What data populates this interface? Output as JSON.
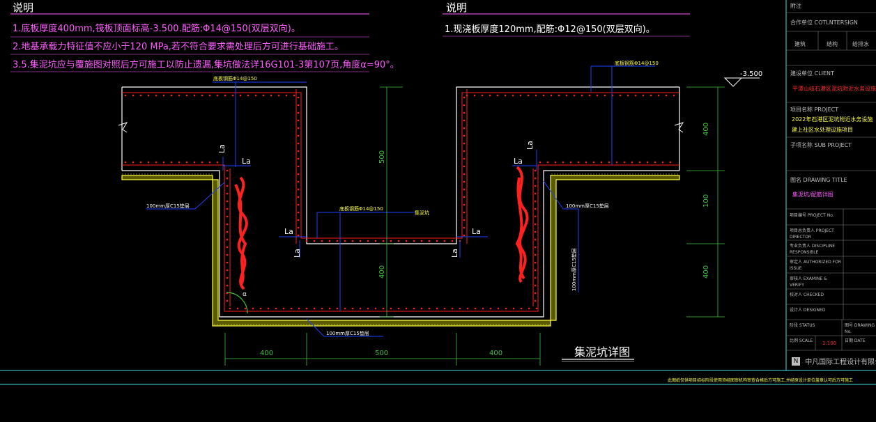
{
  "notes_left": {
    "title": "说明",
    "lines": [
      "1.底板厚度400mm,筏板顶面标高-3.500.配筋:Φ14@150(双层双向)。",
      "2.地基承载力特征值不应小于120 MPa,若不符合要求需处理后方可进行基础施工。",
      "3.5.集泥坑应与覆施图对照后方可施工以防止遗漏,集坑做法详16G101-3第107页,角度α=90°。"
    ]
  },
  "notes_right": {
    "title": "说明",
    "lines": [
      "1.现浇板厚度120mm,配筋:Φ12@150(双层双向)。"
    ]
  },
  "drawing": {
    "title": "集泥坑详图",
    "elevation": "-3.500",
    "labels": {
      "la": "La",
      "rebar_top_left": "底板钢筋Φ14@150",
      "rebar_top_right": "底板钢筋Φ14@150",
      "rebar_bottom": "底板钢筋Φ14@150",
      "sump_label": "集泥坑",
      "cushion_left": "100mm厚C15垫层",
      "cushion_right": "100mm厚C15垫层",
      "cushion_vertical": "100mm厚C15垫层",
      "cushion_bottom": "100mm厚C15垫层",
      "angle": "α"
    },
    "dims_vertical_center": [
      "500",
      "400"
    ],
    "dims_vertical_right": [
      "400",
      "100",
      "400"
    ],
    "dims_horizontal": [
      "400",
      "500",
      "400"
    ]
  },
  "title_block": {
    "remark": "附注",
    "design_company": "合作单位 COTLNTERSIGN",
    "cosign_cols": [
      "建筑",
      "结构",
      "给排水"
    ],
    "client_label": "建设单位 CLIENT",
    "client_value": "平潭山岐石港区泥坑附近水务设施",
    "project_label": "项目名称 PROJECT",
    "project_value_1": "2022年石港区泥坑附近水务设施",
    "project_value_2": "建上社区水处理设施项目",
    "sub_project_label": "子项名称 SUB PROJECT",
    "drawing_title_label": "图名 DRAWING TITLE",
    "drawing_title_value": "集泥坑/配筋详图",
    "rows": [
      "项目编号 PROJECT No.",
      "项目总负责人 PROJECT DIRECTOR",
      "专业负责人 DISCIPLINE RESPONSIBLE",
      "审定人 AUTHORIZED FOR ISSUE",
      "审核人 EXAMINE & VERIFY",
      "校对人 CHECKED",
      "设计人 DESIGNED"
    ],
    "status_label": "阶段 STATUS",
    "drawing_no_label": "图号 DRAWING No.",
    "scale_label": "比例 SCALE",
    "scale_value": "1:100",
    "date_label": "日期 DATE",
    "company": "中凡国际工程设计有限公司"
  },
  "footer": {
    "text": "此图纸仅供项目招标阶段使用须经图审机构审查合格后方可施工,并经原设计单位盖章认可后方可施工"
  },
  "colors": {
    "background": "#000000",
    "concrete_outline": "#ffffff",
    "rebar": "#ff2020",
    "leader": "#2040ff",
    "dimension": "#40c040",
    "cushion": "#ffff40",
    "note_magenta": "#ff5cff",
    "frame": "#40e0e0"
  }
}
